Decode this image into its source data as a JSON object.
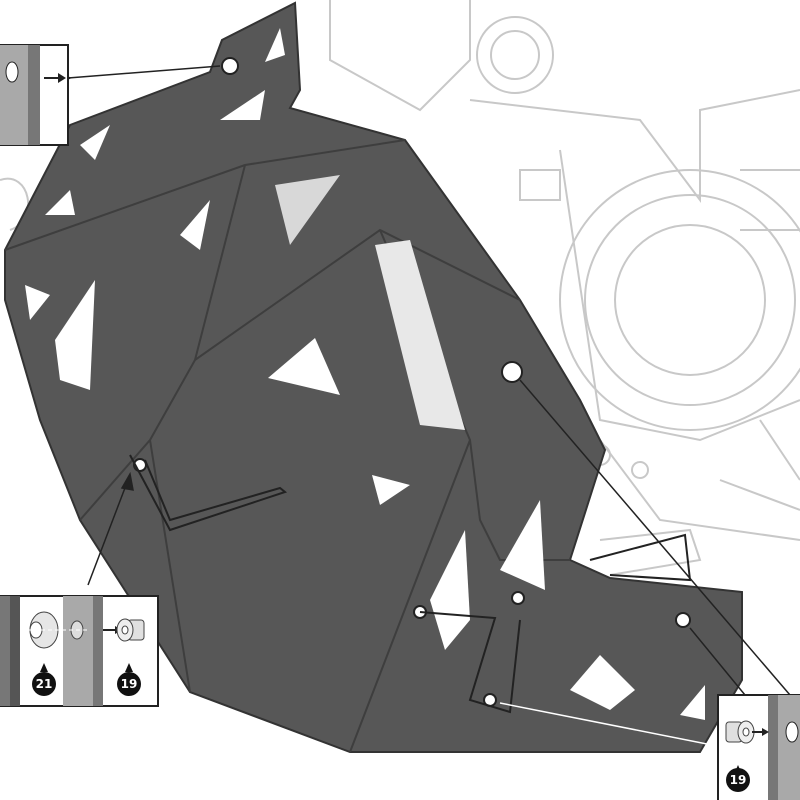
{
  "colors": {
    "plate": "#575757",
    "engine_line": "#c8c8c8",
    "callout_strip_dark": "#777777",
    "callout_strip_light": "#a9a9a9",
    "badge": "#111111"
  },
  "callouts": [
    {
      "position": "top-left",
      "parts": []
    },
    {
      "position": "bottom-left",
      "parts": [
        {
          "label": "21",
          "item": "spacer"
        },
        {
          "label": "19",
          "item": "flange-nut"
        }
      ]
    },
    {
      "position": "bottom-right",
      "parts": [
        {
          "label": "19",
          "item": "flange-nut"
        }
      ]
    }
  ]
}
